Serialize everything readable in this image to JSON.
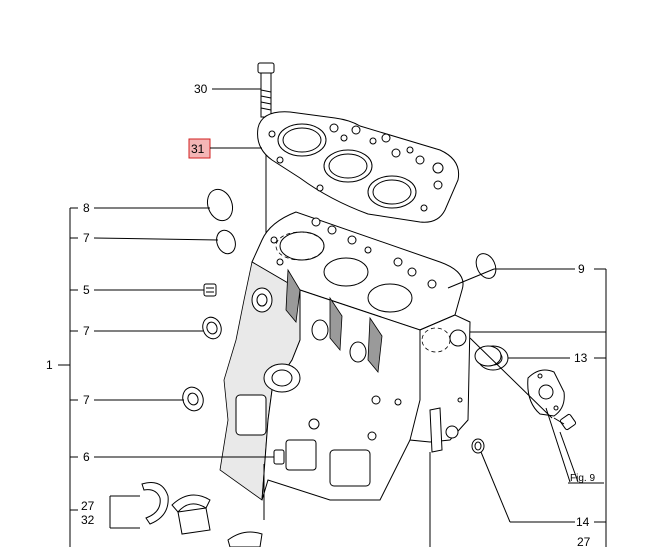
{
  "callouts": {
    "c30": "30",
    "c31": "31",
    "c8": "8",
    "c7a": "7",
    "c9": "9",
    "c5": "5",
    "c7b": "7",
    "c1": "1",
    "c13": "13",
    "c7c": "7",
    "c6": "6",
    "c27": "27",
    "c32": "32",
    "c14": "14",
    "c27b": "27"
  },
  "figure_ref": "Fig. 9",
  "highlight_color": "#f4b6b6",
  "highlight_border": "#d22020"
}
